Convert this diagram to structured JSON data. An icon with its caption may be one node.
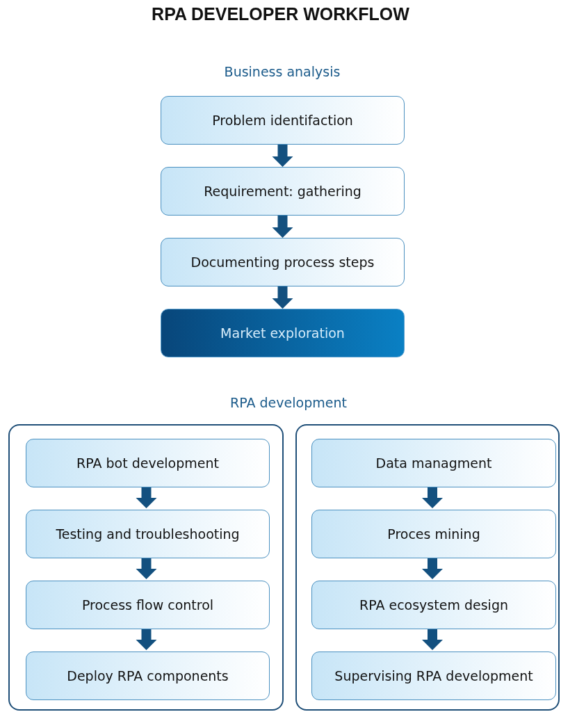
{
  "diagram": {
    "title": "RPA DEVELOPER WORKFLOW",
    "nodes": [
      {
        "text": [
          "Problem identifaction"
        ]
      },
      {
        "text": [
          "Requirement: gathering"
        ]
      },
      {
        "text": [
          "Documenting process steps"
        ]
      },
      {
        "text": [
          "Market exploration"
        ]
      },
      {
        "text": [],
        "shape": "box"
      },
      {
        "text": [],
        "shape": "box"
      },
      {
        "text": [
          "RPA bot development"
        ],
        "in": 4
      },
      {
        "text": [
          "Testing and troubleshooting"
        ],
        "in": 4
      },
      {
        "text": [
          "Process flow control"
        ],
        "in": 4
      },
      {
        "text": [
          "Deploy RPA components"
        ],
        "in": 4
      },
      {
        "text": [
          "Data managment"
        ],
        "in": 5
      },
      {
        "text": [
          "Proces mining"
        ],
        "in": 5
      },
      {
        "text": [
          "RPA ecosystem design"
        ],
        "in": 5
      },
      {
        "text": [
          "Supervising RPA development"
        ],
        "in": 5
      }
    ],
    "edges": [
      {
        "from": 0,
        "to": 1,
        "arrow": "to"
      },
      {
        "from": 1,
        "to": 2,
        "arrow": "to"
      },
      {
        "from": 2,
        "to": 3,
        "arrow": "to"
      },
      {
        "from": 6,
        "to": 7,
        "arrow": "to"
      },
      {
        "from": 7,
        "to": 8,
        "arrow": "to"
      },
      {
        "from": 8,
        "to": 9,
        "arrow": "to"
      },
      {
        "from": 10,
        "to": 11,
        "arrow": "to"
      },
      {
        "from": 11,
        "to": 12,
        "arrow": "to"
      },
      {
        "from": 12,
        "to": 13,
        "arrow": "to"
      }
    ],
    "labels": [
      "Business analysis",
      "RPA development"
    ]
  }
}
